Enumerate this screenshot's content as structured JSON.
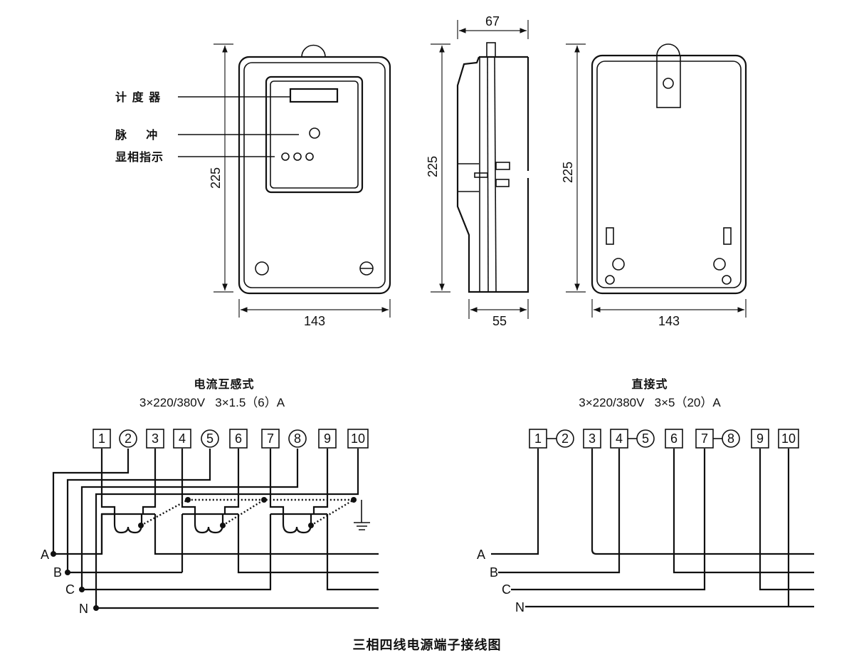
{
  "front_view": {
    "labels": {
      "register": "计 度 器",
      "pulse": "脉    冲",
      "phase_indicator": "显相指示"
    },
    "dim_height": "225",
    "dim_width": "143"
  },
  "side_view": {
    "dim_height": "225",
    "dim_top_width": "67",
    "dim_bottom_width": "55"
  },
  "back_view": {
    "dim_height": "225",
    "dim_width": "143"
  },
  "ct_diagram": {
    "title": "电流互感式",
    "spec": "3×220/380V   3×1.5（6）A",
    "terminals": [
      "1",
      "2",
      "3",
      "4",
      "5",
      "6",
      "7",
      "8",
      "9",
      "10"
    ],
    "circle_terminals": [
      "2",
      "5",
      "8"
    ],
    "lines": [
      "A",
      "B",
      "C",
      "N"
    ]
  },
  "direct_diagram": {
    "title": "直接式",
    "spec": "3×220/380V   3×5（20）A",
    "terminals": [
      "1",
      "2",
      "3",
      "4",
      "5",
      "6",
      "7",
      "8",
      "9",
      "10"
    ],
    "circle_terminals": [
      "2",
      "5",
      "8"
    ],
    "lines": [
      "A",
      "B",
      "C",
      "N"
    ]
  },
  "caption": "三相四线电源端子接线图"
}
